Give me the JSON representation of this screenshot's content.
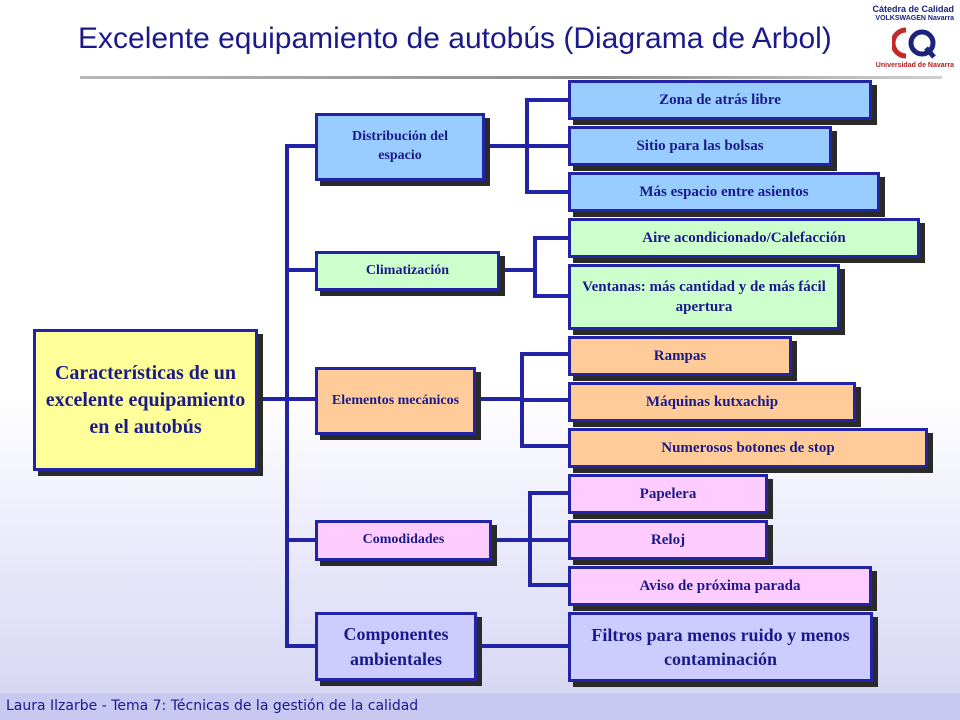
{
  "title": "Excelente equipamiento de autobús (Diagrama de Arbol)",
  "logo": {
    "line1": "Cátedra de Calidad",
    "line2": "VOLKSWAGEN Navarra",
    "line3": "Universidad de Navarra"
  },
  "root": "Características de un excelente equipamiento en el autobús",
  "categories": [
    {
      "label": "Distribución del espacio",
      "items": [
        "Zona de atrás libre",
        "Sitio para las bolsas",
        "Más espacio entre asientos"
      ]
    },
    {
      "label": "Climatización",
      "items": [
        "Aire acondicionado/Calefacción",
        "Ventanas: más cantidad y de más fácil apertura"
      ]
    },
    {
      "label": "Elementos mecánicos",
      "items": [
        "Rampas",
        "Máquinas kutxachip",
        "Numerosos botones de stop"
      ]
    },
    {
      "label": "Comodidades",
      "items": [
        "Papelera",
        "Reloj",
        "Aviso de próxima parada"
      ]
    },
    {
      "label": "Componentes ambientales",
      "items": [
        "Filtros para menos ruido y menos contaminación"
      ]
    }
  ],
  "footer": "Laura Ilzarbe - Tema 7: Técnicas de la gestión de la calidad"
}
